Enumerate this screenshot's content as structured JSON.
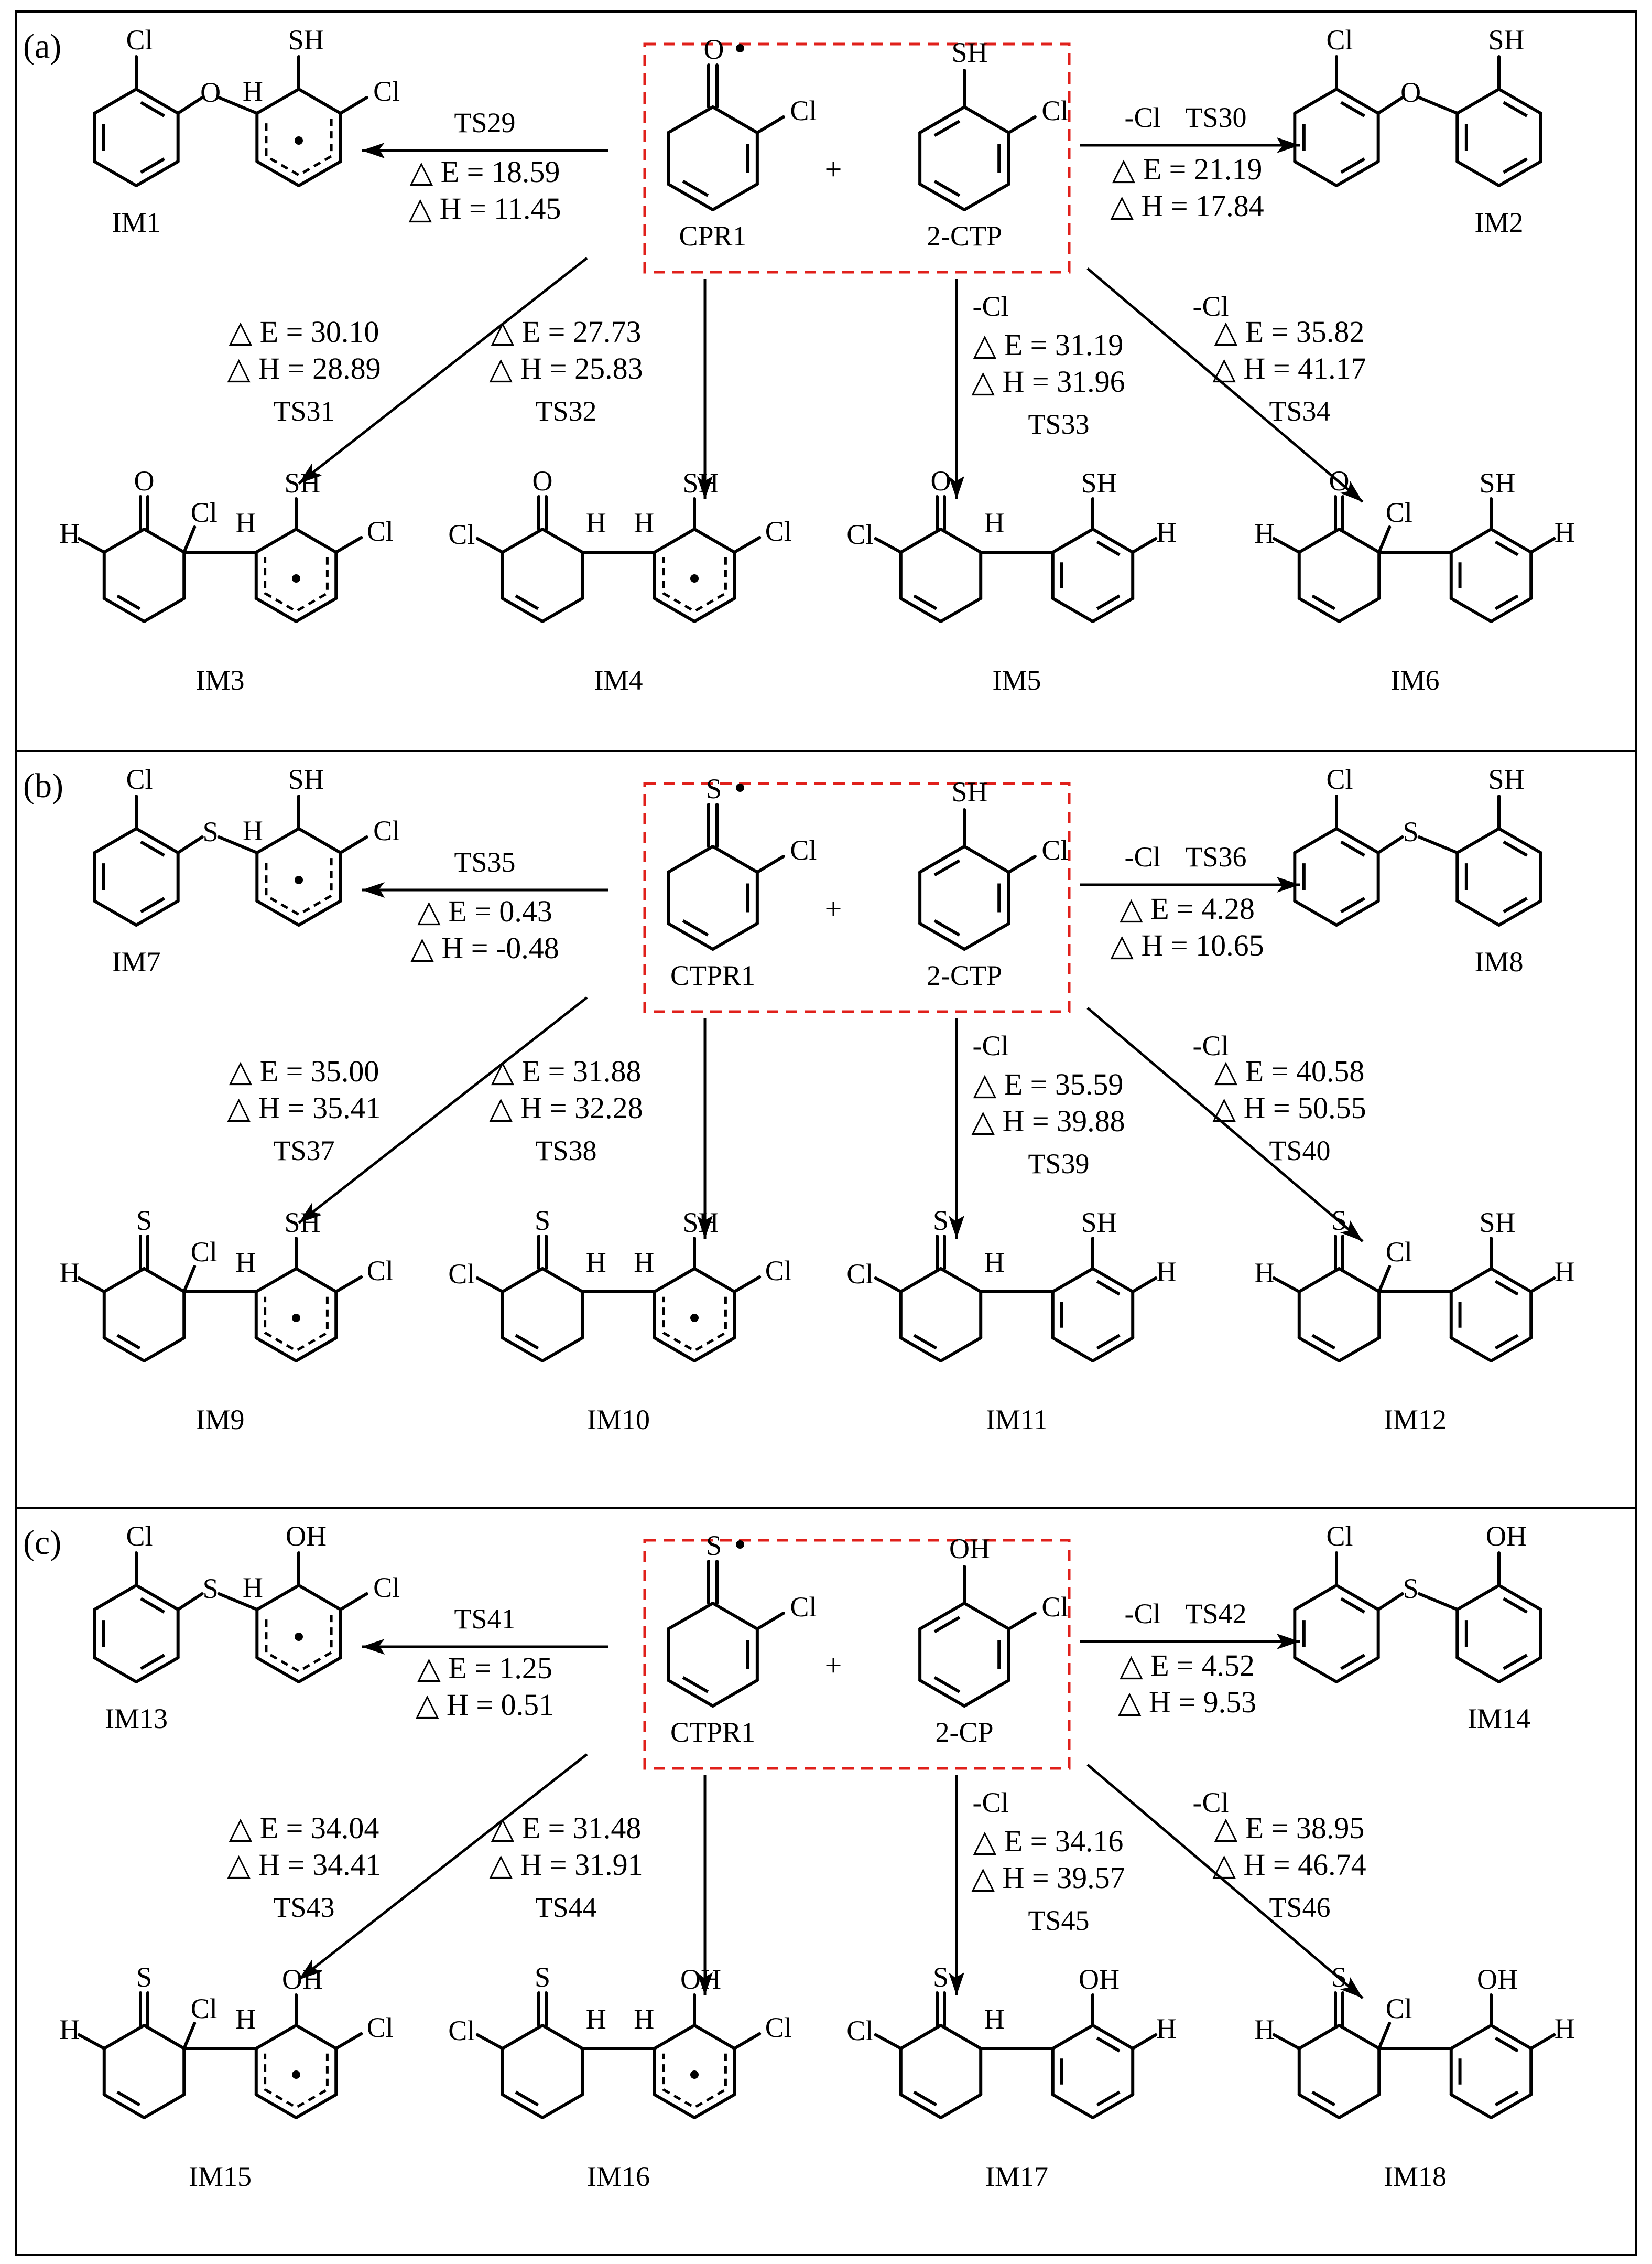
{
  "panels": [
    {
      "tag": "(a)",
      "reactant1": {
        "label": "CPR1",
        "atom": "O"
      },
      "reactant2": {
        "label": "2-CTP",
        "atom": "SH"
      },
      "plus": "+",
      "left": {
        "ts": "TS29",
        "dE": "△ E = 18.59",
        "dH": "△ H = 11.45",
        "product": "IM1",
        "bridge": "O",
        "top": "SH"
      },
      "right": {
        "ts": "TS30",
        "loss": "-Cl",
        "dE": "△ E = 21.19",
        "dH": "△ H = 17.84",
        "product": "IM2",
        "bridge": "O",
        "top": "SH"
      },
      "down": [
        {
          "ts": "TS31",
          "loss": "",
          "dE": "△ E = 30.10",
          "dH": "△ H = 28.89",
          "product": "IM3",
          "co": "O",
          "ring2top": "SH"
        },
        {
          "ts": "TS32",
          "loss": "",
          "dE": "△ E = 27.73",
          "dH": "△ H = 25.83",
          "product": "IM4",
          "co": "O",
          "ring2top": "SH"
        },
        {
          "ts": "TS33",
          "loss": "-Cl",
          "dE": "△ E = 31.19",
          "dH": "△ H = 31.96",
          "product": "IM5",
          "co": "O",
          "ring2top": "SH"
        },
        {
          "ts": "TS34",
          "loss": "-Cl",
          "dE": "△ E = 35.82",
          "dH": "△ H = 41.17",
          "product": "IM6",
          "co": "O",
          "ring2top": "SH"
        }
      ]
    },
    {
      "tag": "(b)",
      "reactant1": {
        "label": "CTPR1",
        "atom": "S"
      },
      "reactant2": {
        "label": "2-CTP",
        "atom": "SH"
      },
      "plus": "+",
      "left": {
        "ts": "TS35",
        "dE": "△ E = 0.43",
        "dH": "△ H = -0.48",
        "product": "IM7",
        "bridge": "S",
        "top": "SH"
      },
      "right": {
        "ts": "TS36",
        "loss": "-Cl",
        "dE": "△ E = 4.28",
        "dH": "△ H = 10.65",
        "product": "IM8",
        "bridge": "S",
        "top": "SH"
      },
      "down": [
        {
          "ts": "TS37",
          "loss": "",
          "dE": "△ E = 35.00",
          "dH": "△ H = 35.41",
          "product": "IM9",
          "co": "S",
          "ring2top": "SH"
        },
        {
          "ts": "TS38",
          "loss": "",
          "dE": "△ E = 31.88",
          "dH": "△ H = 32.28",
          "product": "IM10",
          "co": "S",
          "ring2top": "SH"
        },
        {
          "ts": "TS39",
          "loss": "-Cl",
          "dE": "△ E = 35.59",
          "dH": "△ H = 39.88",
          "product": "IM11",
          "co": "S",
          "ring2top": "SH"
        },
        {
          "ts": "TS40",
          "loss": "-Cl",
          "dE": "△ E = 40.58",
          "dH": "△ H = 50.55",
          "product": "IM12",
          "co": "S",
          "ring2top": "SH"
        }
      ]
    },
    {
      "tag": "(c)",
      "reactant1": {
        "label": "CTPR1",
        "atom": "S"
      },
      "reactant2": {
        "label": "2-CP",
        "atom": "OH"
      },
      "plus": "+",
      "left": {
        "ts": "TS41",
        "dE": "△ E = 1.25",
        "dH": "△ H = 0.51",
        "product": "IM13",
        "bridge": "S",
        "top": "OH"
      },
      "right": {
        "ts": "TS42",
        "loss": "-Cl",
        "dE": "△ E = 4.52",
        "dH": "△ H = 9.53",
        "product": "IM14",
        "bridge": "S",
        "top": "OH"
      },
      "down": [
        {
          "ts": "TS43",
          "loss": "",
          "dE": "△ E = 34.04",
          "dH": "△ H = 34.41",
          "product": "IM15",
          "co": "S",
          "ring2top": "OH"
        },
        {
          "ts": "TS44",
          "loss": "",
          "dE": "△ E = 31.48",
          "dH": "△ H = 31.91",
          "product": "IM16",
          "co": "S",
          "ring2top": "OH"
        },
        {
          "ts": "TS45",
          "loss": "-Cl",
          "dE": "△ E = 34.16",
          "dH": "△ H = 39.57",
          "product": "IM17",
          "co": "S",
          "ring2top": "OH"
        },
        {
          "ts": "TS46",
          "loss": "-Cl",
          "dE": "△ E = 38.95",
          "dH": "△ H = 46.74",
          "product": "IM18",
          "co": "S",
          "ring2top": "OH"
        }
      ]
    }
  ],
  "atoms": {
    "cl": "Cl",
    "h": "H"
  },
  "colors": {
    "reactant_box": "#e0201b",
    "ink": "#000000"
  }
}
